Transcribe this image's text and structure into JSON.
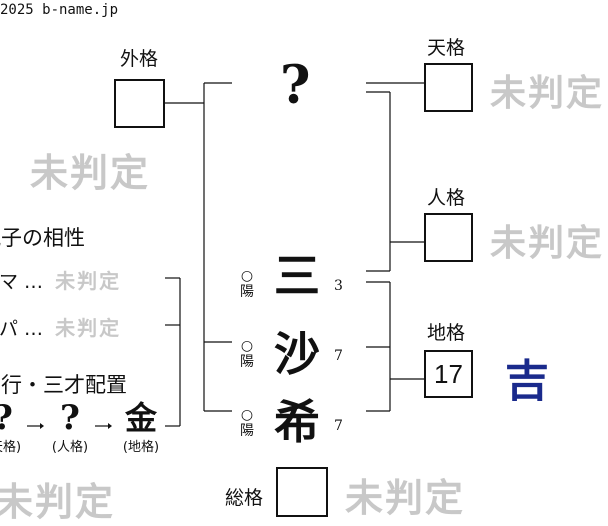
{
  "copyright": "2025 b-name.jp",
  "gaikaku": {
    "label": "外格",
    "value": ""
  },
  "tenkaku": {
    "label": "天格",
    "value": "",
    "result": "未判定"
  },
  "jinkaku": {
    "label": "人格",
    "value": "",
    "result": "未判定"
  },
  "chikaku": {
    "label": "地格",
    "value": "17",
    "result": "吉"
  },
  "soukaku": {
    "label": "総格",
    "value": "",
    "result": "未判定"
  },
  "gaikaku_result": "未判定",
  "surname_placeholder": "?",
  "given_name": [
    {
      "char": "三",
      "strokes": "3",
      "circle": "○",
      "yinyang": "陽"
    },
    {
      "char": "沙",
      "strokes": "7",
      "circle": "○",
      "yinyang": "陽"
    },
    {
      "char": "希",
      "strokes": "7",
      "circle": "○",
      "yinyang": "陽"
    }
  ],
  "compat": {
    "title": "親子の相性",
    "rows": [
      {
        "label": "ママ …",
        "result": "未判定"
      },
      {
        "label": "パパ …",
        "result": "未判定"
      }
    ]
  },
  "gogyo": {
    "title": "五行・三才配置",
    "items": [
      {
        "value": "?",
        "sub": "(天格)"
      },
      {
        "value": "?",
        "sub": "(人格)"
      },
      {
        "value": "金",
        "sub": "(地格)"
      }
    ],
    "arrow": "→",
    "result": "未判定"
  },
  "colors": {
    "good": "#1a2a8c",
    "undetermined": "#c8c8c8",
    "line": "#111111"
  }
}
